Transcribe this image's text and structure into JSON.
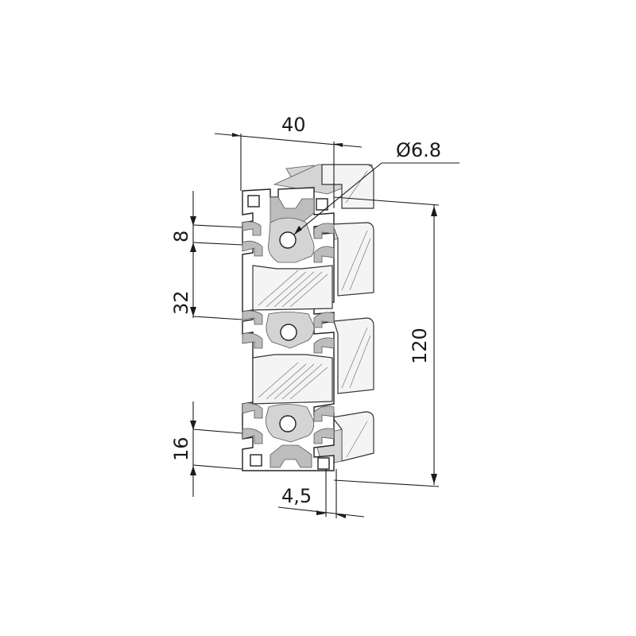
{
  "drawing": {
    "dimensions": {
      "width": "40",
      "bore": "Ø6.8",
      "height": "120",
      "pitch_small": "8",
      "pitch_mid": "32",
      "pitch_low": "16",
      "slot": "4,5"
    }
  }
}
